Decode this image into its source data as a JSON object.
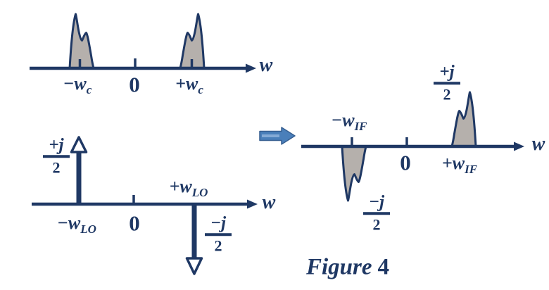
{
  "colors": {
    "navy": "#1f3864",
    "gray_fill": "#b5b0ac",
    "arrow_fill": "#4a7fba",
    "arrow_stripe": "#84aad6",
    "arrow_stroke": "#365f91"
  },
  "caption": {
    "text": "Figure",
    "number": "4"
  },
  "diagram_rf": {
    "axis_label": "w",
    "zero_label": "0",
    "neg_label": {
      "base": "−w",
      "sub": "c"
    },
    "pos_label": {
      "base": "+w",
      "sub": "c"
    }
  },
  "diagram_lo": {
    "axis_label": "w",
    "zero_label": "0",
    "neg_label": {
      "base": "−w",
      "sub": "LO"
    },
    "pos_label": {
      "base": "+w",
      "sub": "LO"
    },
    "up_impulse_fraction": {
      "num": "+j",
      "den": "2"
    },
    "down_impulse_fraction": {
      "num": "−j",
      "den": "2"
    }
  },
  "diagram_if": {
    "axis_label": "w",
    "zero_label": "0",
    "neg_label": {
      "base": "−w",
      "sub": "IF"
    },
    "pos_label": {
      "base": "+w",
      "sub": "IF"
    },
    "pos_fraction": {
      "num": "+j",
      "den": "2"
    },
    "neg_fraction": {
      "num": "−j",
      "den": "2"
    }
  }
}
